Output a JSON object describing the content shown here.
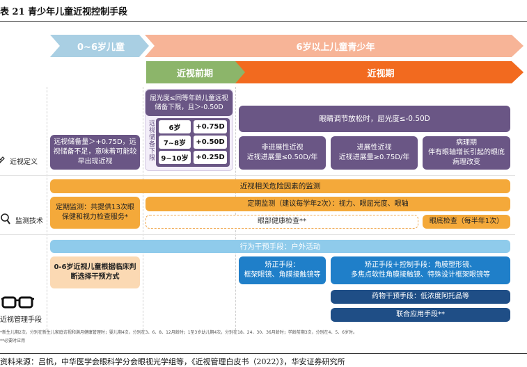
{
  "caption": "表 21 青少年儿童近视控制手段",
  "stages": {
    "child_0_6": "0~6岁儿童",
    "above_6": "6岁以上儿童青少年",
    "pre_myopia": "近视前期",
    "myopia": "近视期"
  },
  "row_labels": {
    "definition": "近视定义",
    "monitoring": "监测技术",
    "intervention": "近视管理手段"
  },
  "definition": {
    "reserve": "远视储备量＞+0.75D，远视储备不足，意味着可能较早出现近视",
    "pre_myopia_desc": "屈光度≤同等年龄儿童远视储备下限，且＞-0.50D",
    "reserve_table_label": "远视储备下限",
    "reserve_table": [
      {
        "age": "6岁",
        "value": "+0.75D"
      },
      {
        "age": "7~8岁",
        "value": "+0.50D"
      },
      {
        "age": "9~10岁",
        "value": "+0.25D"
      }
    ],
    "myopia_desc": "眼睛调节放松时，屈光度≤-0.50D",
    "non_progressive": "非进展性近视\n近视进展量≤0.50D/年",
    "progressive": "进展性近视\n近视进展量≥0.75D/年",
    "pathological": "病理期\n伴有眼轴增长引起的眼底病理改变"
  },
  "monitoring": {
    "risk_factors": "近视相关危险因素的监测",
    "exams_0_6": "定期监测：共提供13次眼保健和视力检查服务*",
    "periodic": "定期监测（建议每学年2次）：视力、眼屈光度、眼轴",
    "eye_health": "眼部健康检查**",
    "fundus": "眼底检查（每半年1次）"
  },
  "intervention": {
    "outdoor": "行为干预手段：户外活动",
    "child_0_6": "0-6岁近视儿童根据临床判断选择干预方式",
    "correction": "矫正手段：\n框架眼镜、角膜接触镜等",
    "correction_control": "矫正手段＋控制手段：角膜塑形镜、\n多焦点软性角膜接触镜、特殊设计框架眼镜等",
    "drug": "药物干预手段：低浓度阿托品等",
    "combined": "联合应用手段**"
  },
  "footnotes": [
    "*新生儿期2次，分别在新生儿家庭访视和满月健康管理时；婴儿期4次，分别在3、6、8、12月龄时；1至3岁幼儿期4次，分别在18、24、30、36月龄时；学龄前期3次，分别在4、5、6岁时。",
    "**必要时应用"
  ],
  "source": "资料来源：吕帆，中华医学会眼科学分会眼视光学组等，《近视管理白皮书（2022）》，华安证券研究所",
  "colors": {
    "light_blue_arrow": "#a9cfe3",
    "peach_arrow": "#f7b497",
    "green_arrow": "#8cb56a",
    "orange_arrow": "#f26a1f",
    "purple": "#6a5685",
    "gold": "#f4a93a",
    "blue": "#1f7fc9",
    "navy": "#1f4e86"
  }
}
